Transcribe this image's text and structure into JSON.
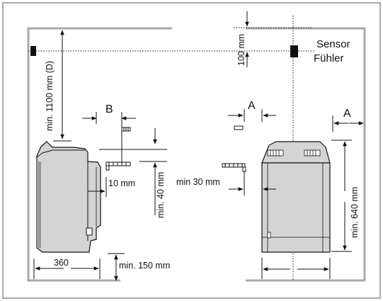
{
  "labels": {
    "sensor": "Sensor",
    "fuehler": "Fühler",
    "min_1100": "min. 1100 mm (D)",
    "dim_100": "100 mm",
    "letter_b": "B",
    "letter_a_mid": "A",
    "letter_a_right": "A",
    "dim_10": "10 mm",
    "dim_min40": "min. 40 mm",
    "dim_min30": "min 30 mm",
    "dim_min640": "min. 640 mm",
    "dim_360": "360",
    "dim_min150": "min. 150 mm"
  },
  "colors": {
    "wall": "#a9a9a9",
    "heater_body": "#d4d4d4",
    "heater_dark": "#9a9a9a",
    "line": "#111111",
    "sensor": "#111111"
  }
}
